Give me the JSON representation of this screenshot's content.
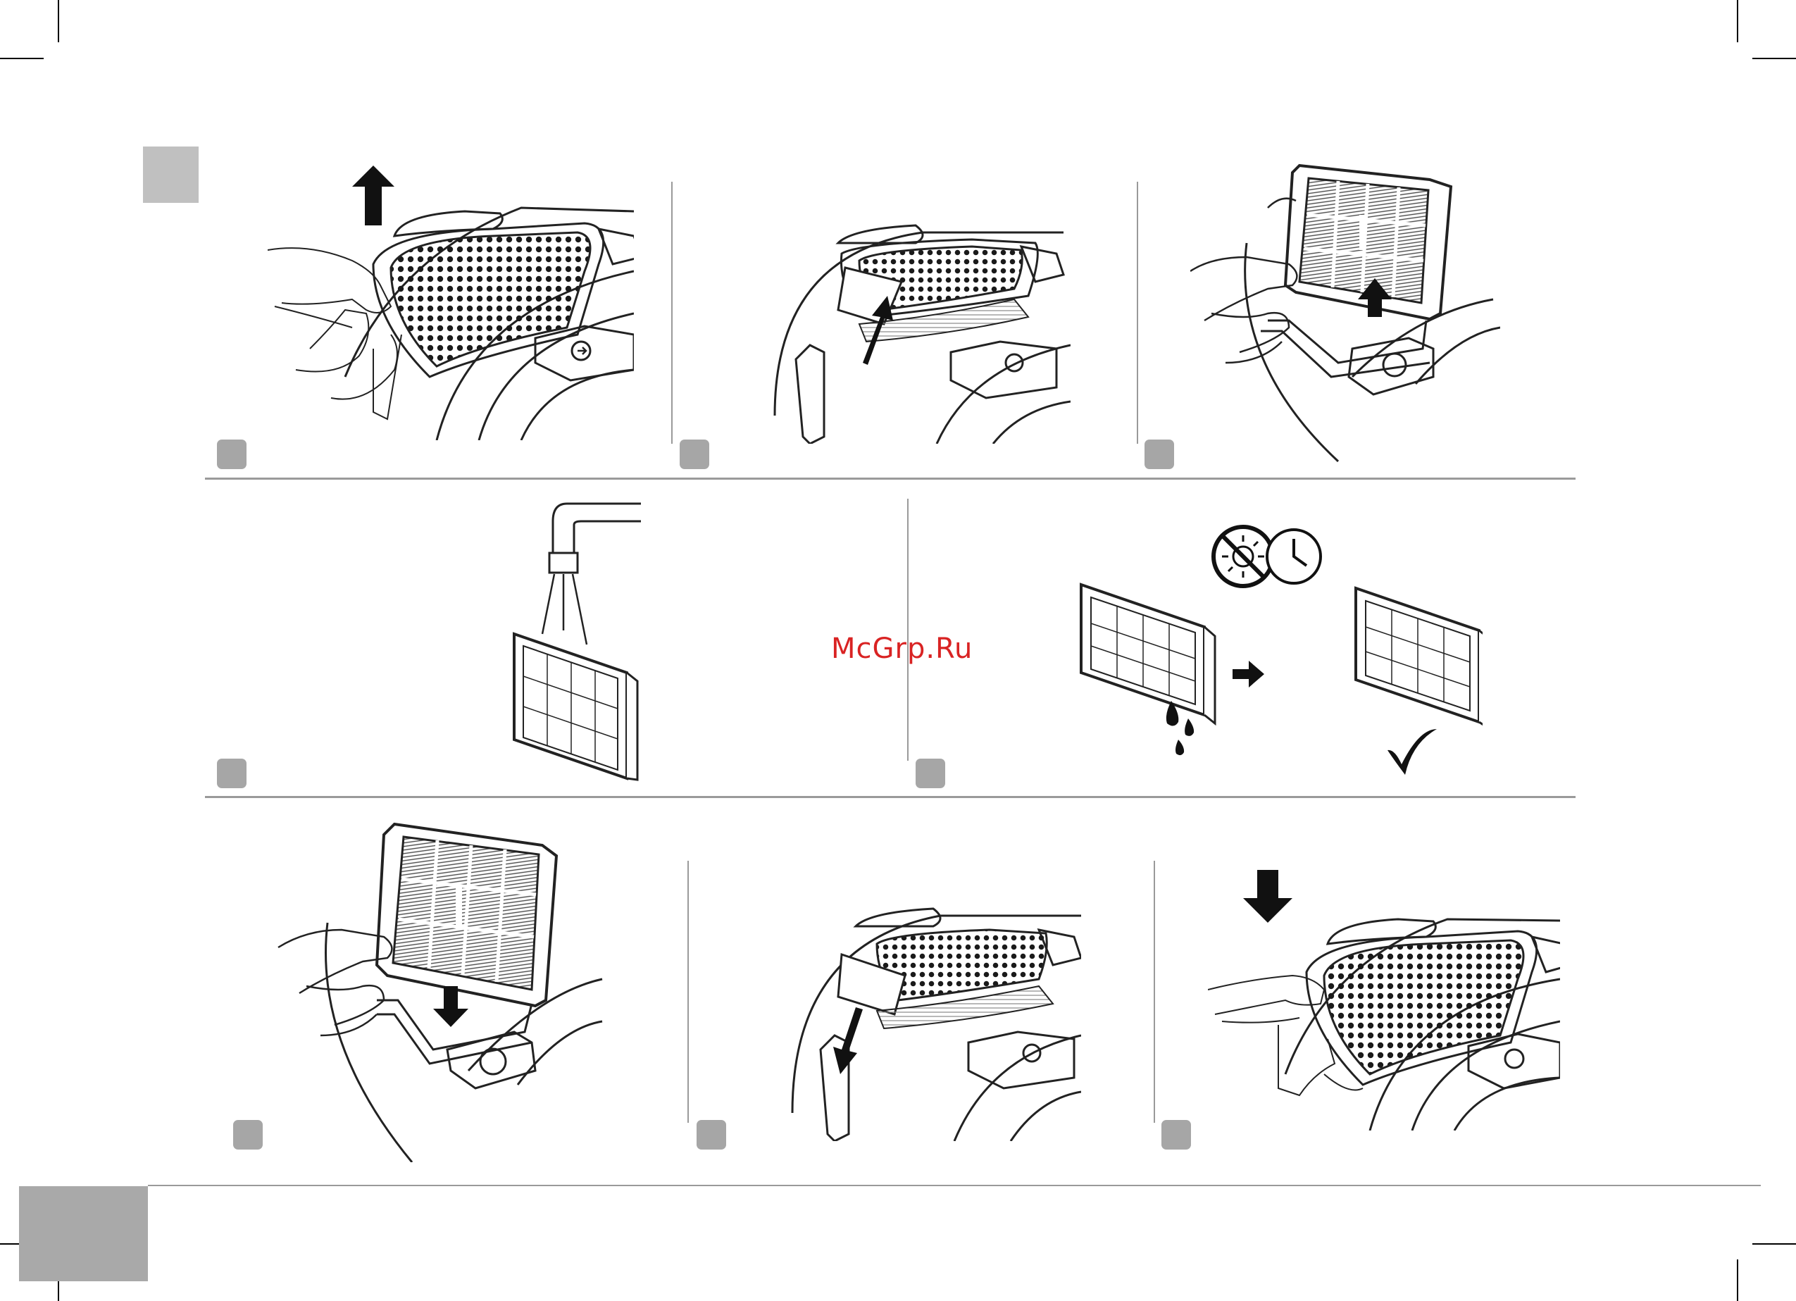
{
  "watermark": {
    "text": "McGrp.Ru"
  },
  "colors": {
    "badge": "#a6a6a6",
    "rule": "#9a9a9a",
    "watermark": "#d92323",
    "line": "#222222",
    "filter_fill": "#6b6b6b"
  },
  "steps": [
    {
      "id": 1,
      "icon": "arrow-up-icon",
      "action": "remove-cover"
    },
    {
      "id": 2,
      "icon": "arrow-up-icon",
      "action": "lift-filter-frame"
    },
    {
      "id": 3,
      "icon": "arrow-up-icon",
      "action": "remove-filter"
    },
    {
      "id": 4,
      "icon": "water-tap-icon",
      "action": "rinse-filter"
    },
    {
      "id": 5,
      "icons": [
        "no-sun-icon",
        "clock-icon",
        "arrow-right-icon",
        "checkmark-icon"
      ],
      "action": "dry-filter"
    },
    {
      "id": 6,
      "icon": "arrow-down-icon",
      "action": "insert-filter"
    },
    {
      "id": 7,
      "icon": "arrow-down-icon",
      "action": "lower-filter-frame"
    },
    {
      "id": 8,
      "icon": "arrow-down-icon",
      "action": "close-cover"
    }
  ]
}
